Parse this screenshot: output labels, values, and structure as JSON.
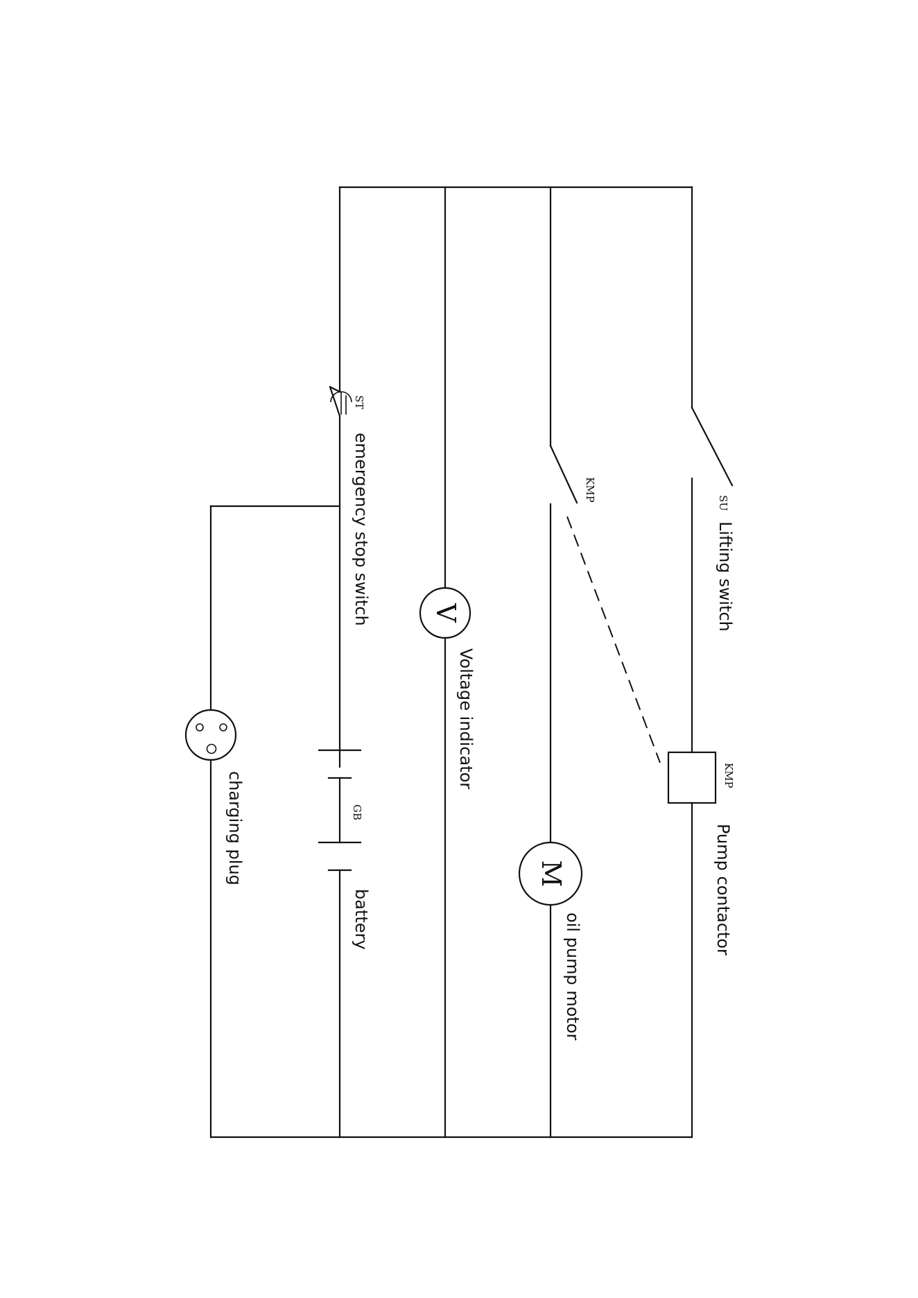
{
  "labels": {
    "lifting_switch": "Lifting switch",
    "pump_contactor": "Pump contactor",
    "oil_pump_motor": "oil pump motor",
    "voltage_indicator": "Voltage indicator",
    "emergency_stop_switch": "emergency stop switch",
    "battery": "battery",
    "charging_plug": "charging plug"
  },
  "designators": {
    "lifting_switch": "SU",
    "contactor_contact": "KMP",
    "contactor_coil": "KMP",
    "emergency_stop": "ST",
    "battery": "GB"
  },
  "symbols": {
    "motor": "M",
    "voltmeter": "V"
  }
}
